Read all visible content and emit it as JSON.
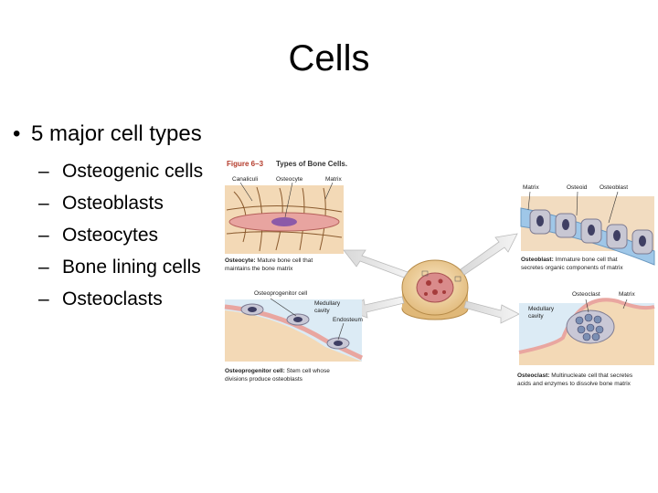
{
  "slide": {
    "title": "Cells",
    "bullet": "5 major cell types",
    "bullet_symbol": "•",
    "sub_symbol": "–",
    "cell_types": [
      "Osteogenic cells",
      "Osteoblasts",
      "Osteocytes",
      "Bone lining cells",
      "Osteoclasts"
    ]
  },
  "figure": {
    "figure_number": "Figure 6–3",
    "figure_title": "Types of Bone Cells.",
    "osteocyte": {
      "labels": [
        "Canaliculi",
        "Osteocyte",
        "Matrix"
      ],
      "caption_bold": "Osteocyte:",
      "caption_line1": "Mature bone cell that",
      "caption_line2": "maintains the bone matrix"
    },
    "osteoblast": {
      "labels": [
        "Matrix",
        "Osteoid",
        "Osteoblast"
      ],
      "caption_bold": "Osteoblast:",
      "caption_line1": "Immature bone cell that",
      "caption_line2": "secretes organic components of matrix"
    },
    "osteoprogenitor": {
      "labels": [
        "Osteoprogenitor cell",
        "Medullary",
        "cavity",
        "Endosteum"
      ],
      "caption_bold": "Osteoprogenitor cell:",
      "caption_line1": "Stem cell whose",
      "caption_line2": "divisions produce osteoblasts"
    },
    "osteoclast": {
      "labels": [
        "Osteoclast",
        "Matrix",
        "Medullary",
        "cavity"
      ],
      "caption_bold": "Osteoclast:",
      "caption_line1": "Multinucleate cell that secretes",
      "caption_line2": "acids and enzymes to dissolve bone matrix"
    }
  }
}
